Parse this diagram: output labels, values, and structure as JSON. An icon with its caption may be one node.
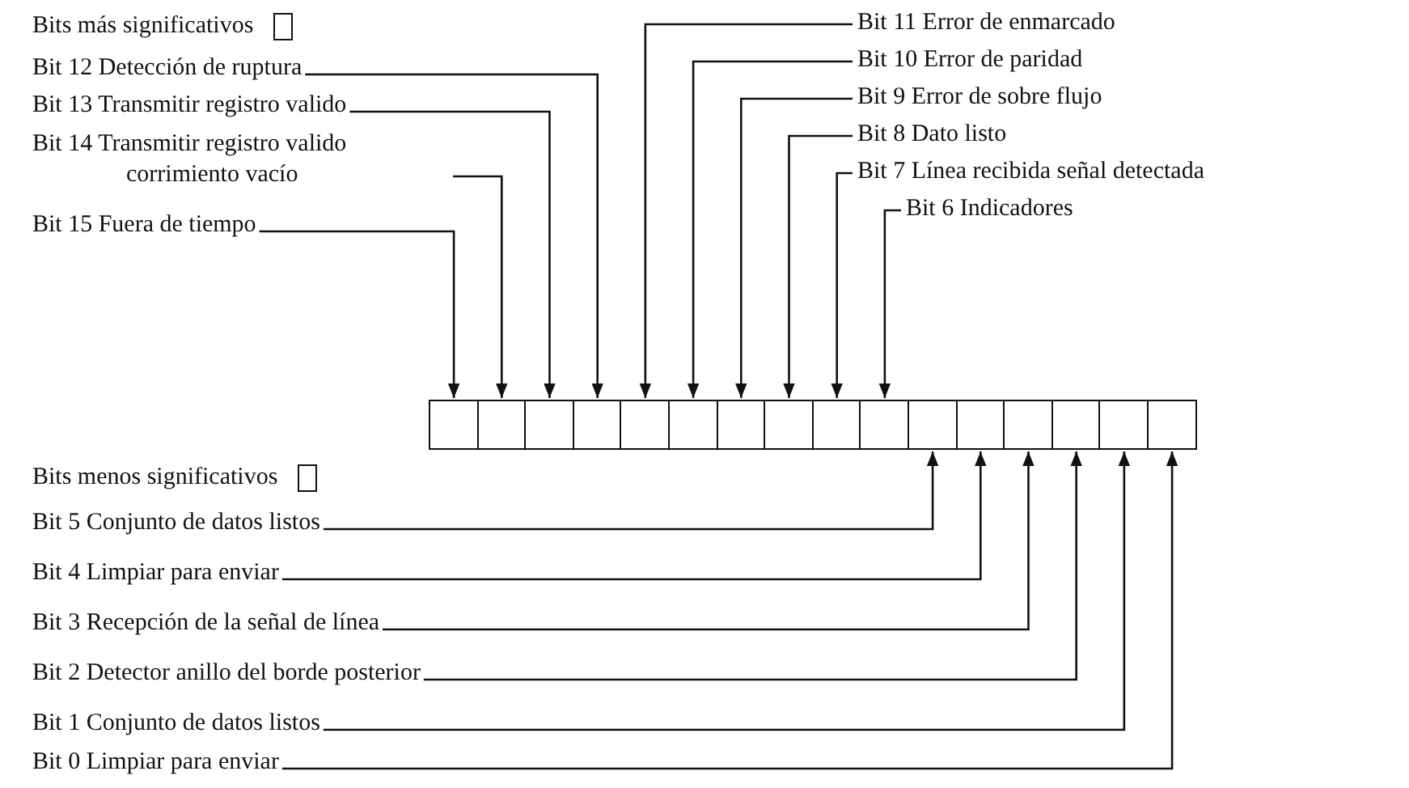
{
  "diagram": {
    "nodes": [
      {
        "text": [
          "Bit 12 Detección de ruptura"
        ]
      },
      {
        "text": [
          "Bit 13 Transmitir registro valido"
        ]
      },
      {
        "text": [
          "Bit 14 Transmitir registro valido corrimiento vacío"
        ]
      },
      {
        "text": [
          "Bit 15 Fuera de tiempo"
        ]
      },
      {
        "text": [
          "Bit 11 Error de enmarcado"
        ]
      },
      {
        "text": [
          "Bit 10 Error de paridad"
        ]
      },
      {
        "text": [
          "Bit 9 Error de sobre flujo"
        ]
      },
      {
        "text": [
          "Bit 8 Dato listo"
        ]
      },
      {
        "text": [
          "Bit 7 Línea recibida señal detectada"
        ]
      },
      {
        "text": [
          "Bit 6 Indicadores"
        ]
      },
      {
        "text": [],
        "shape": "box"
      },
      {
        "text": [],
        "shape": "box"
      },
      {
        "text": [],
        "shape": "box"
      },
      {
        "text": [],
        "shape": "box"
      },
      {
        "text": [],
        "shape": "box"
      },
      {
        "text": [],
        "shape": "box"
      },
      {
        "text": [],
        "shape": "box"
      },
      {
        "text": [],
        "shape": "box"
      },
      {
        "text": [],
        "shape": "box"
      },
      {
        "text": [],
        "shape": "box"
      },
      {
        "text": [],
        "shape": "box"
      },
      {
        "text": [],
        "shape": "box"
      },
      {
        "text": [],
        "shape": "box"
      },
      {
        "text": [],
        "shape": "box"
      },
      {
        "text": [],
        "shape": "box"
      },
      {
        "text": [],
        "shape": "box"
      },
      {
        "text": [
          "Bit 5 Conjunto de datos listos"
        ]
      },
      {
        "text": [
          "Bit 4 Limpiar para enviar"
        ]
      },
      {
        "text": [
          "Bit 3 Recepción de la señal de línea"
        ]
      },
      {
        "text": [
          "Bit 2 Detector anillo del borde posterior"
        ]
      },
      {
        "text": [
          "Bit 1 Conjunto de datos listos"
        ]
      },
      {
        "text": [
          "Bit 0 Limpiar para enviar"
        ]
      }
    ],
    "edges": [
      {
        "from": 3,
        "to": 10,
        "arrow": "to"
      },
      {
        "from": 2,
        "to": 11,
        "arrow": "to"
      },
      {
        "from": 1,
        "to": 12,
        "arrow": "to"
      },
      {
        "from": 0,
        "to": 13,
        "arrow": "to"
      },
      {
        "from": 4,
        "to": 14,
        "arrow": "to"
      },
      {
        "from": 5,
        "to": 15,
        "arrow": "to"
      },
      {
        "from": 6,
        "to": 16,
        "arrow": "to"
      },
      {
        "from": 7,
        "to": 17,
        "arrow": "to"
      },
      {
        "from": 8,
        "to": 18,
        "arrow": "to"
      },
      {
        "from": 9,
        "to": 19,
        "arrow": "to"
      },
      {
        "from": 26,
        "to": 20,
        "arrow": "to"
      },
      {
        "from": 27,
        "to": 21,
        "arrow": "to"
      },
      {
        "from": 28,
        "to": 22,
        "arrow": "to"
      },
      {
        "from": 29,
        "to": 23,
        "arrow": "to"
      },
      {
        "from": 30,
        "to": 24,
        "arrow": "to"
      },
      {
        "from": 31,
        "to": 25,
        "arrow": "to"
      }
    ],
    "legend": [
      {
        "text": "Bits más significativos"
      },
      {
        "text": "Bits menos significativos"
      }
    ]
  }
}
